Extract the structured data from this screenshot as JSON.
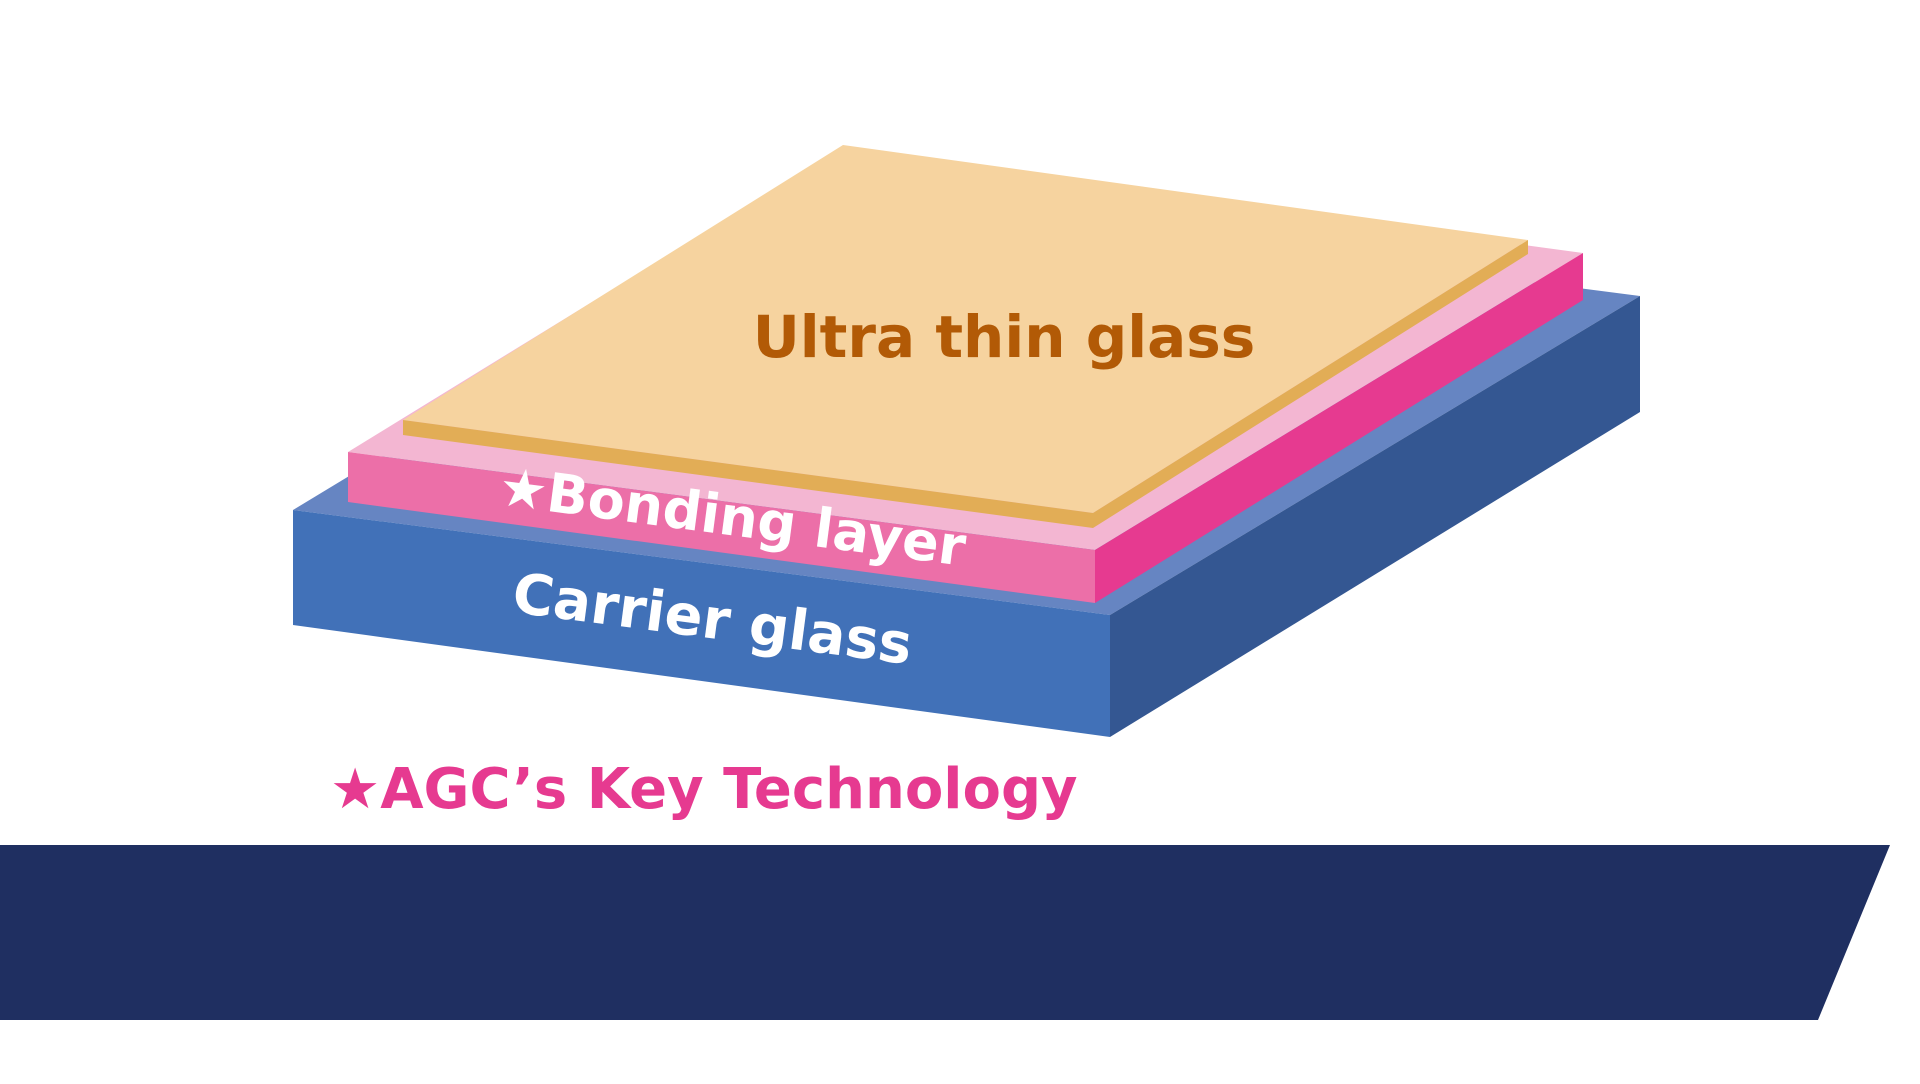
{
  "diagram": {
    "layers": {
      "top": {
        "label": "Ultra thin glass"
      },
      "middle": {
        "label": "★Bonding layer"
      },
      "bottom": {
        "label": "Carrier glass"
      }
    },
    "footnote": "★AGC’s Key Technology"
  },
  "colors": {
    "ultra_thin_top": "#f6d39f",
    "ultra_thin_edge": "#e2ad56",
    "ultra_thin_label": "#b25a06",
    "bonding_top": "#f3b6d2",
    "bonding_front": "#ec6fa8",
    "bonding_side": "#e63a90",
    "carrier_top": "#6685c2",
    "carrier_front": "#4171b8",
    "carrier_side": "#345792",
    "label_light": "#ffffff",
    "accent_pink": "#e63a90",
    "banner": "#1f2f61"
  }
}
